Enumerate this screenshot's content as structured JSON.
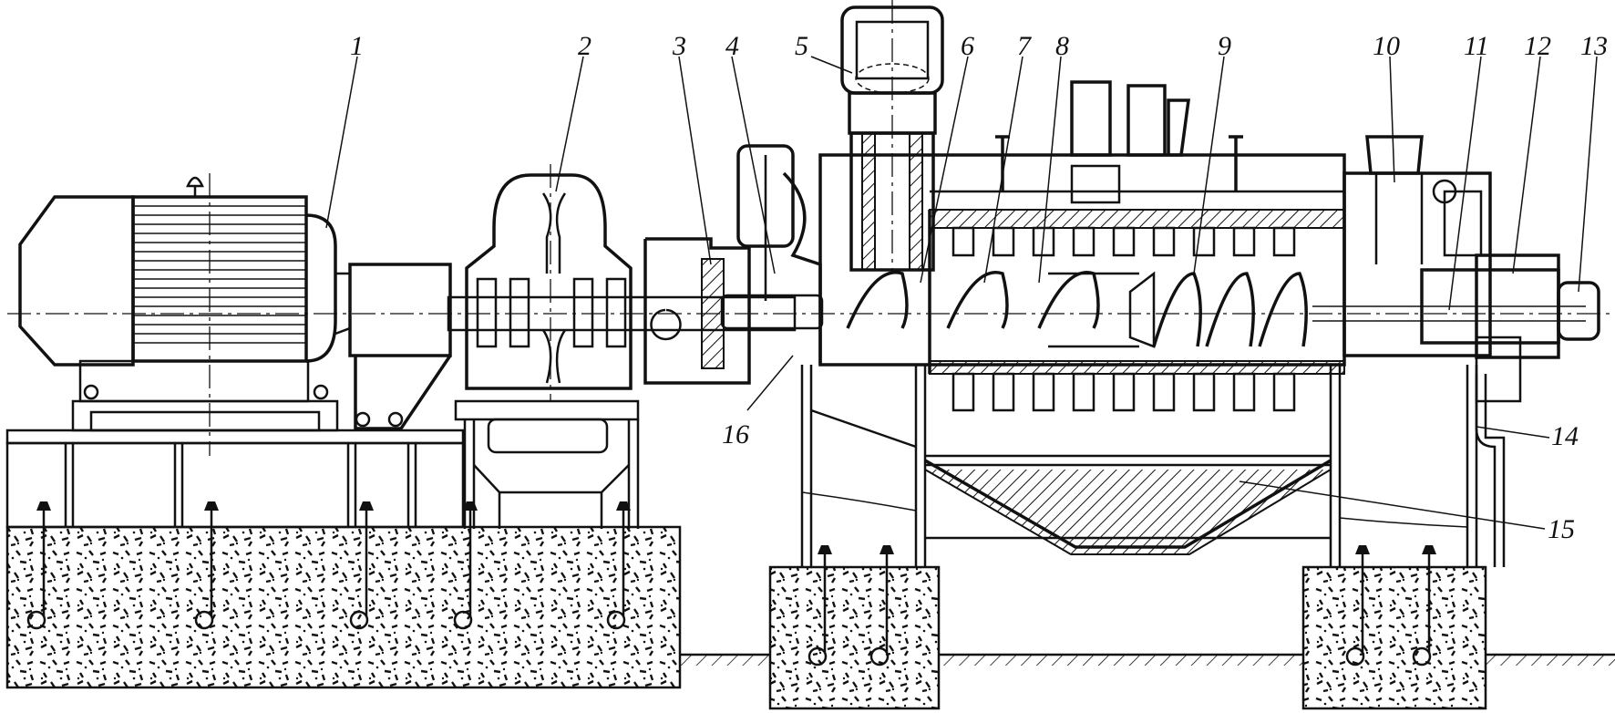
{
  "figure": {
    "callout_labels": [
      "1",
      "2",
      "3",
      "4",
      "5",
      "6",
      "7",
      "8",
      "9",
      "10",
      "11",
      "12",
      "13",
      "14",
      "15",
      "16"
    ]
  }
}
